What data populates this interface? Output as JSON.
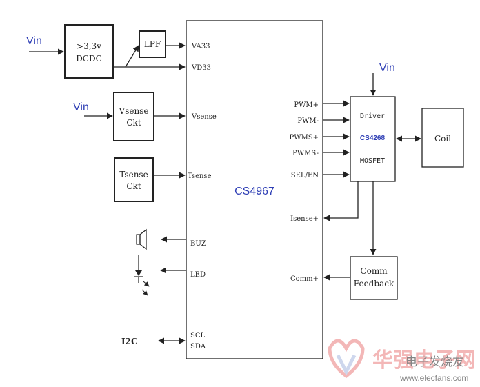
{
  "colors": {
    "line": "#222222",
    "blue_text": "#2f3fb5",
    "watermark_red": "#f2b0b0",
    "watermark_blue": "#c9d3ec",
    "watermark_gray": "#777777"
  },
  "labels": {
    "vin_left_top": "Vin",
    "vin_left_mid": "Vin",
    "vin_right": "Vin",
    "dcdc_line1": ">3,3v",
    "dcdc_line2": "DCDC",
    "lpf": "LPF",
    "vsense_ckt_line1": "Vsense",
    "vsense_ckt_line2": "Ckt",
    "tsense_ckt_line1": "Tsense",
    "tsense_ckt_line2": "Ckt",
    "main_chip": "CS4967",
    "driver_top": "Driver",
    "driver_chip": "CS4268",
    "driver_bottom": "MOSFET",
    "coil": "Coil",
    "comm_line1": "Comm",
    "comm_line2": "Feedback",
    "i2c": "I2C"
  },
  "pins": {
    "va33": "VA33",
    "vd33": "VD33",
    "vsense": "Vsense",
    "tsense": "Tsense",
    "buz": "BUZ",
    "led": "LED",
    "scl": "SCL",
    "sda": "SDA",
    "pwm_plus": "PWM+",
    "pwm_minus": "PWM-",
    "pwms_plus": "PWMS+",
    "pwms_minus": "PWMS-",
    "sel_en": "SEL/EN",
    "isense_plus": "Isense+",
    "comm_plus": "Comm+"
  },
  "watermark": {
    "cn_text": "华强电子网",
    "cn_sub": "电子发烧友",
    "url": "www.elecfans.com",
    "icon": "logo-watermark"
  }
}
